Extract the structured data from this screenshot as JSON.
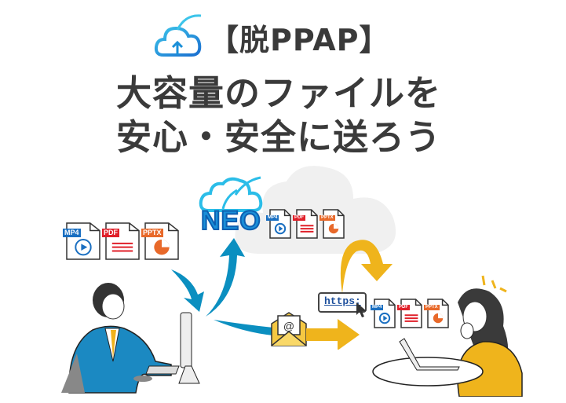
{
  "title": {
    "line1": "【脱PPAP】",
    "line2": "大容量のファイルを",
    "line3": "安心・安全に送ろう"
  },
  "logo": {
    "text": "NEO"
  },
  "file_types": [
    {
      "label": "MP4",
      "color": "#1a6fc1",
      "icon": "play-icon"
    },
    {
      "label": "PDF",
      "color": "#e0202a",
      "icon": "lines-icon"
    },
    {
      "label": "PPTX",
      "color": "#e8692a",
      "icon": "pie-icon"
    }
  ],
  "link": {
    "text": "https:"
  },
  "colors": {
    "text": "#3a3a3a",
    "blue_arrow": "#0b8fc0",
    "yellow_arrow": "#efb41c",
    "cloud": "#f0f0f0",
    "logo_blue": "#1a8fd8"
  }
}
